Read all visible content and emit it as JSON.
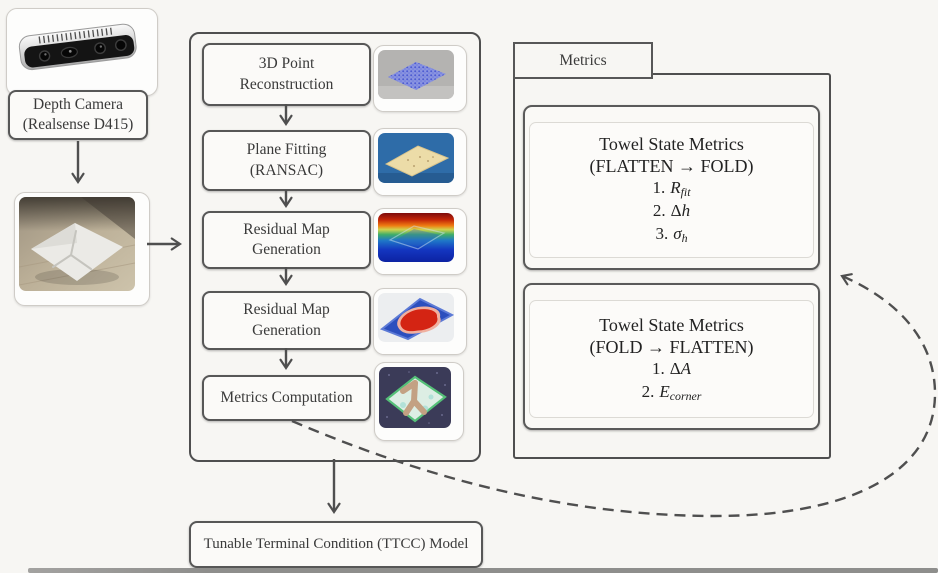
{
  "page": {
    "background": "#f7f6f3",
    "border_color": "#4f4f4f"
  },
  "camera": {
    "line1": "Depth Camera",
    "line2": "(Realsense D415)"
  },
  "pipeline": {
    "steps": [
      {
        "line1": "3D Point",
        "line2": "Reconstruction",
        "thumb": "point-cloud-thumbnail"
      },
      {
        "line1": "Plane Fitting",
        "line2": "(RANSAC)",
        "thumb": "plane-fitting-thumbnail"
      },
      {
        "line1": "Residual Map",
        "line2": "Generation",
        "thumb": "residual-heatmap-thumbnail"
      },
      {
        "line1": "Residual Map",
        "line2": "Generation",
        "thumb": "residual-blob-thumbnail"
      },
      {
        "line1": "Metrics Computation",
        "line2": "",
        "thumb": "metrics-towel-thumbnail"
      }
    ]
  },
  "metrics": {
    "tab_label": "Metrics",
    "boxes": [
      {
        "title": "Towel State Metrics",
        "subtitle": "(FLATTEN → FOLD)",
        "items": [
          {
            "num": "1.",
            "prefix": "",
            "var": "R",
            "sub": "fit"
          },
          {
            "num": "2.",
            "prefix": "Δ",
            "var": "h",
            "sub": ""
          },
          {
            "num": "3.",
            "prefix": "",
            "var": "σ",
            "sub": "h"
          }
        ]
      },
      {
        "title": "Towel State Metrics",
        "subtitle": "(FOLD → FLATTEN)",
        "items": [
          {
            "num": "1.",
            "prefix": "Δ",
            "var": "A",
            "sub": ""
          },
          {
            "num": "2.",
            "prefix": "",
            "var": "E",
            "sub": "corner"
          }
        ]
      }
    ]
  },
  "ttcc": {
    "label": "Tunable Terminal Condition (TTCC) Model"
  }
}
